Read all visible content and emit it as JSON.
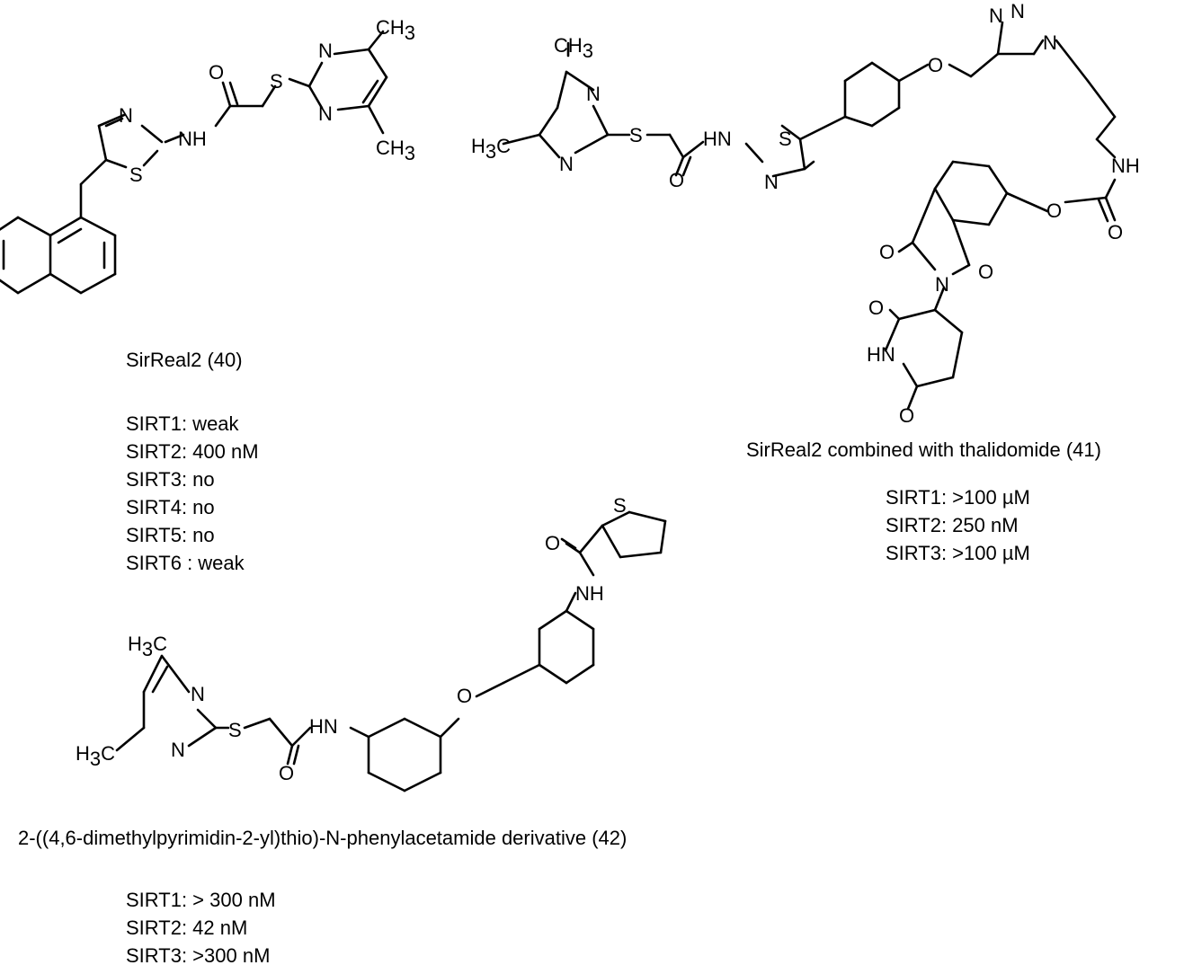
{
  "atoms": {
    "N": "N",
    "S": "S",
    "O": "O",
    "NH": "NH",
    "HN": "HN",
    "CH3_main": "CH",
    "H3C_main": "H",
    "C": "C",
    "three": "3"
  },
  "compound40": {
    "caption": "SirReal2 (40)",
    "activities": [
      "SIRT1: weak",
      "SIRT2: 400 nM",
      "SIRT3: no",
      "SIRT4: no",
      "SIRT5: no",
      "SIRT6 : weak"
    ]
  },
  "compound41": {
    "caption": "SirReal2 combined with thalidomide (41)",
    "activities": [
      "SIRT1: >100 µM",
      "SIRT2: 250 nM",
      "SIRT3: >100 µM"
    ]
  },
  "compound42": {
    "caption": "2-((4,6-dimethylpyrimidin-2-yl)thio)-N-phenylacetamide derivative (42)",
    "activities": [
      "SIRT1: > 300 nM",
      "SIRT2: 42 nM",
      "SIRT3: >300 nM"
    ]
  }
}
